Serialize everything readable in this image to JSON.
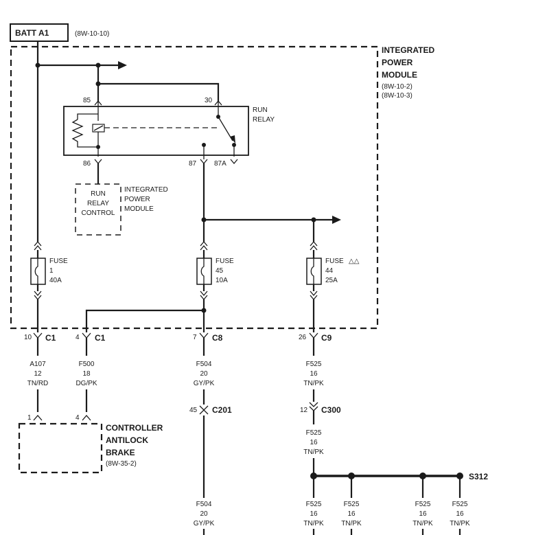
{
  "batt": {
    "label": "BATT A1",
    "ref": "(8W-10-10)"
  },
  "ipm": {
    "title_1": "INTEGRATED",
    "title_2": "POWER",
    "title_3": "MODULE",
    "ref_1": "(8W-10-2)",
    "ref_2": "(8W-10-3)"
  },
  "relay": {
    "name_1": "RUN",
    "name_2": "RELAY",
    "pin_85": "85",
    "pin_30": "30",
    "pin_86": "86",
    "pin_87": "87",
    "pin_87a": "87A"
  },
  "relay_control": {
    "line_1": "RUN",
    "line_2": "RELAY",
    "line_3": "CONTROL",
    "owner_1": "INTEGRATED",
    "owner_2": "POWER",
    "owner_3": "MODULE"
  },
  "fuses": [
    {
      "label": "FUSE",
      "number": "1",
      "rating": "40A",
      "note": ""
    },
    {
      "label": "FUSE",
      "number": "45",
      "rating": "10A",
      "note": ""
    },
    {
      "label": "FUSE",
      "number": "44",
      "rating": "25A",
      "note": "△△"
    }
  ],
  "connectors": {
    "c1_a": {
      "pin": "10",
      "name": "C1"
    },
    "c1_b": {
      "pin": "4",
      "name": "C1"
    },
    "c8": {
      "pin": "7",
      "name": "C8"
    },
    "c9": {
      "pin": "26",
      "name": "C9"
    },
    "c201": {
      "pin": "45",
      "name": "C201"
    },
    "c300": {
      "pin": "12",
      "name": "C300"
    },
    "abs_1": {
      "pin": "1"
    },
    "abs_4": {
      "pin": "4"
    }
  },
  "wires": {
    "a107": {
      "circuit": "A107",
      "gauge": "12",
      "color": "TN/RD"
    },
    "f500": {
      "circuit": "F500",
      "gauge": "18",
      "color": "DG/PK"
    },
    "f504_top": {
      "circuit": "F504",
      "gauge": "20",
      "color": "GY/PK"
    },
    "f504_bottom": {
      "circuit": "F504",
      "gauge": "20",
      "color": "GY/PK"
    },
    "f525_top": {
      "circuit": "F525",
      "gauge": "16",
      "color": "TN/PK"
    },
    "f525_mid": {
      "circuit": "F525",
      "gauge": "16",
      "color": "TN/PK"
    },
    "f525_b1": {
      "circuit": "F525",
      "gauge": "16",
      "color": "TN/PK"
    },
    "f525_b2": {
      "circuit": "F525",
      "gauge": "16",
      "color": "TN/PK"
    },
    "f525_b3": {
      "circuit": "F525",
      "gauge": "16",
      "color": "TN/PK"
    },
    "f525_b4": {
      "circuit": "F525",
      "gauge": "16",
      "color": "TN/PK"
    }
  },
  "splice": {
    "name": "S312"
  },
  "abs": {
    "line_1": "CONTROLLER",
    "line_2": "ANTILOCK",
    "line_3": "BRAKE",
    "ref": "(8W-35-2)"
  }
}
